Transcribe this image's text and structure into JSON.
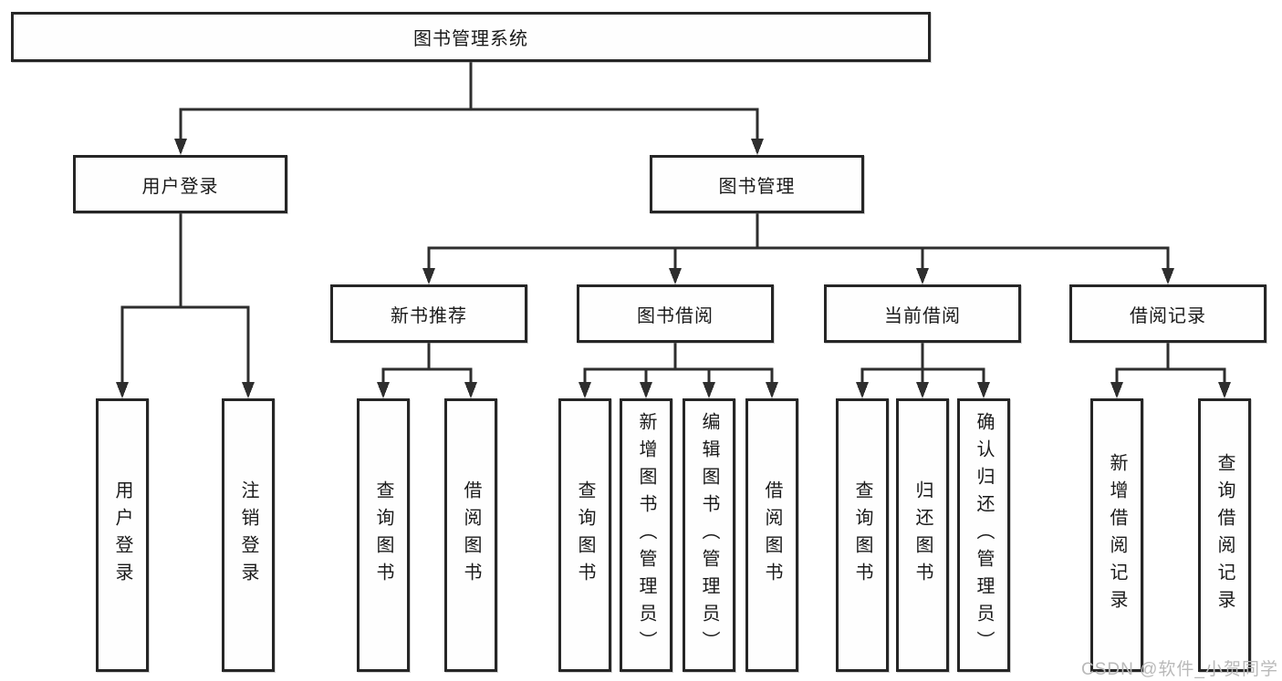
{
  "diagram": {
    "watermark": "CSDN @软件_小贺同学",
    "colors": {
      "line": "#2e2e2e",
      "box_border": "#262626",
      "box_fill": "#fefefe",
      "text": "#1a1a1a",
      "watermark": "#b9b9b9",
      "background": "#ffffff"
    },
    "tree": {
      "root": {
        "label": "图书管理系统",
        "children": [
          {
            "label": "用户登录",
            "children": [
              {
                "label": "用户登录"
              },
              {
                "label": "注销登录"
              }
            ]
          },
          {
            "label": "图书管理",
            "children": [
              {
                "label": "新书推荐",
                "children": [
                  {
                    "label": "查询图书"
                  },
                  {
                    "label": "借阅图书"
                  }
                ]
              },
              {
                "label": "图书借阅",
                "children": [
                  {
                    "label": "查询图书"
                  },
                  {
                    "label": "新增图书（管理员）"
                  },
                  {
                    "label": "编辑图书（管理员）"
                  },
                  {
                    "label": "借阅图书"
                  }
                ]
              },
              {
                "label": "当前借阅",
                "children": [
                  {
                    "label": "查询图书"
                  },
                  {
                    "label": "归还图书"
                  },
                  {
                    "label": "确认归还（管理员）"
                  }
                ]
              },
              {
                "label": "借阅记录",
                "children": [
                  {
                    "label": "新增借阅记录"
                  },
                  {
                    "label": "查询借阅记录"
                  }
                ]
              }
            ]
          }
        ]
      }
    }
  }
}
